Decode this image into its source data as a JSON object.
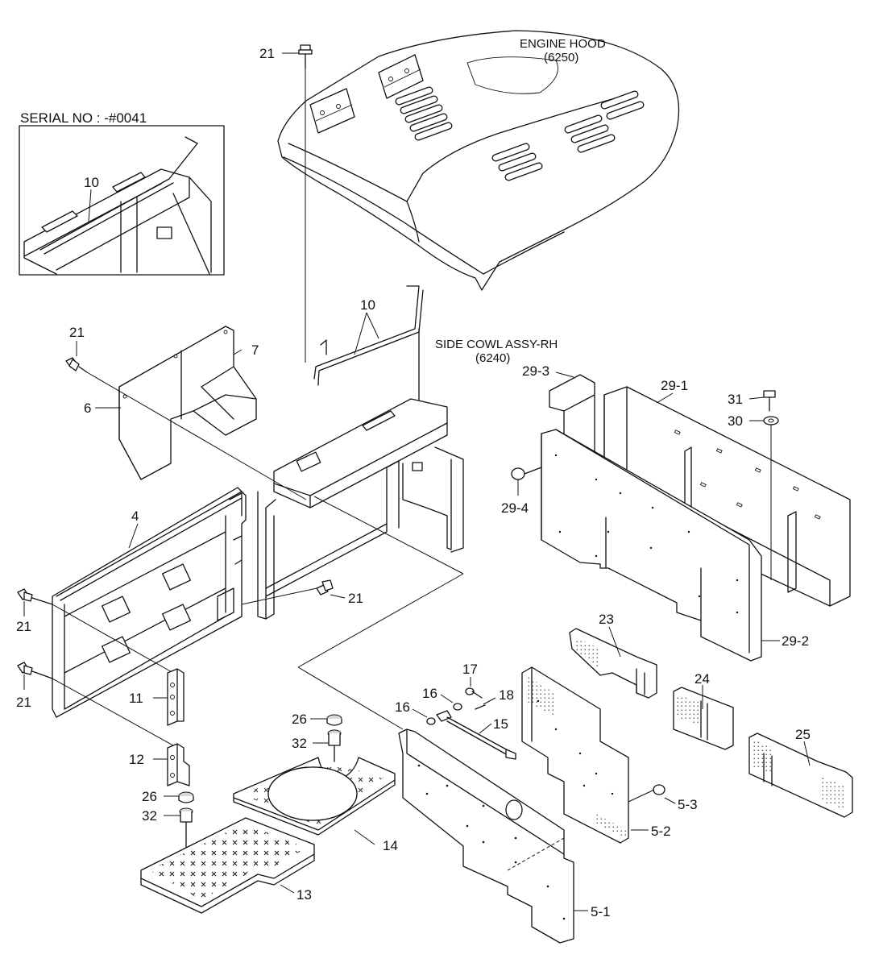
{
  "captions": {
    "engine_hood": "ENGINE HOOD",
    "engine_hood_code": "(6250)",
    "side_cowl": "SIDE COWL ASSY-RH",
    "side_cowl_code": "(6240)",
    "serial_no": "SERIAL NO : -#0041"
  },
  "labels": {
    "p21_top": "21",
    "p10_inset": "10",
    "p10": "10",
    "p21_left": "21",
    "p7": "7",
    "p6": "6",
    "p4": "4",
    "p21_mid": "21",
    "p21_l1": "21",
    "p21_l2": "21",
    "p11": "11",
    "p12": "12",
    "p26_a": "26",
    "p32_a": "32",
    "p26_b": "26",
    "p32_b": "32",
    "p14": "14",
    "p13": "13",
    "p29_3": "29-3",
    "p29_1": "29-1",
    "p31": "31",
    "p30": "30",
    "p29_4": "29-4",
    "p29_2": "29-2",
    "p23": "23",
    "p17": "17",
    "p16_a": "16",
    "p18": "18",
    "p16_b": "16",
    "p15": "15",
    "p24": "24",
    "p25": "25",
    "p5_3": "5-3",
    "p5_2": "5-2",
    "p5_1": "5-1"
  }
}
